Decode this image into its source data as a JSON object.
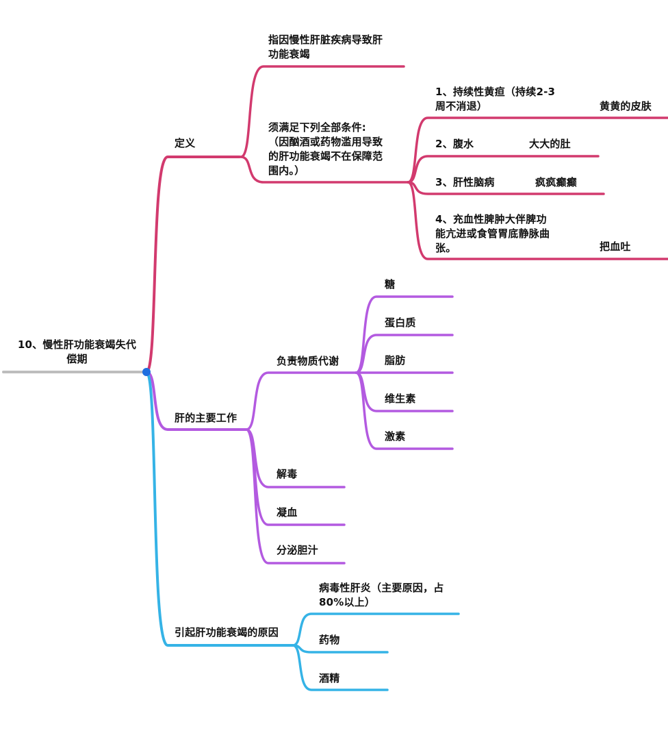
{
  "colors": {
    "background": "#ffffff",
    "root_line": "#bdbdbd",
    "root_dot": "#1f6fe0",
    "branch_definition": "#d23a6e",
    "branch_liver_work": "#b35ae0",
    "branch_causes": "#35b3e6",
    "text": "#111111"
  },
  "root": {
    "line1": "10、慢性肝功能衰竭失代",
    "line2": "偿期"
  },
  "definition": {
    "label": "定义",
    "child1": {
      "line1": "指因慢性肝脏疾病导致肝",
      "line2": "功能衰竭"
    },
    "child2": {
      "line1": "须满足下列全部条件:",
      "line2": "（因酗酒或药物滥用导致",
      "line3": "的肝功能衰竭不在保障范",
      "line4": "围内。）"
    },
    "conditions": [
      {
        "line1": "1、持续性黄疸（持续2-3",
        "line2": "周不消退）",
        "note": "黄黄的皮肤"
      },
      {
        "line1": "2、腹水",
        "note": "大大的肚"
      },
      {
        "line1": "3、肝性脑病",
        "note": "疯疯癫癫"
      },
      {
        "line1": "4、充血性脾肿大伴脾功",
        "line2": "能亢进或食管胃底静脉曲",
        "line3": "张。",
        "note": "把血吐"
      }
    ]
  },
  "liver_work": {
    "label": "肝的主要工作",
    "metabolism": {
      "label": "负责物质代谢",
      "items": [
        "糖",
        "蛋白质",
        "脂肪",
        "维生素",
        "激素"
      ]
    },
    "others": [
      "解毒",
      "凝血",
      "分泌胆汁"
    ]
  },
  "causes": {
    "label": "引起肝功能衰竭的原因",
    "items": [
      {
        "line1": "病毒性肝炎（主要原因，占",
        "line2": "80%以上）"
      },
      {
        "line1": "药物"
      },
      {
        "line1": "酒精"
      }
    ]
  }
}
